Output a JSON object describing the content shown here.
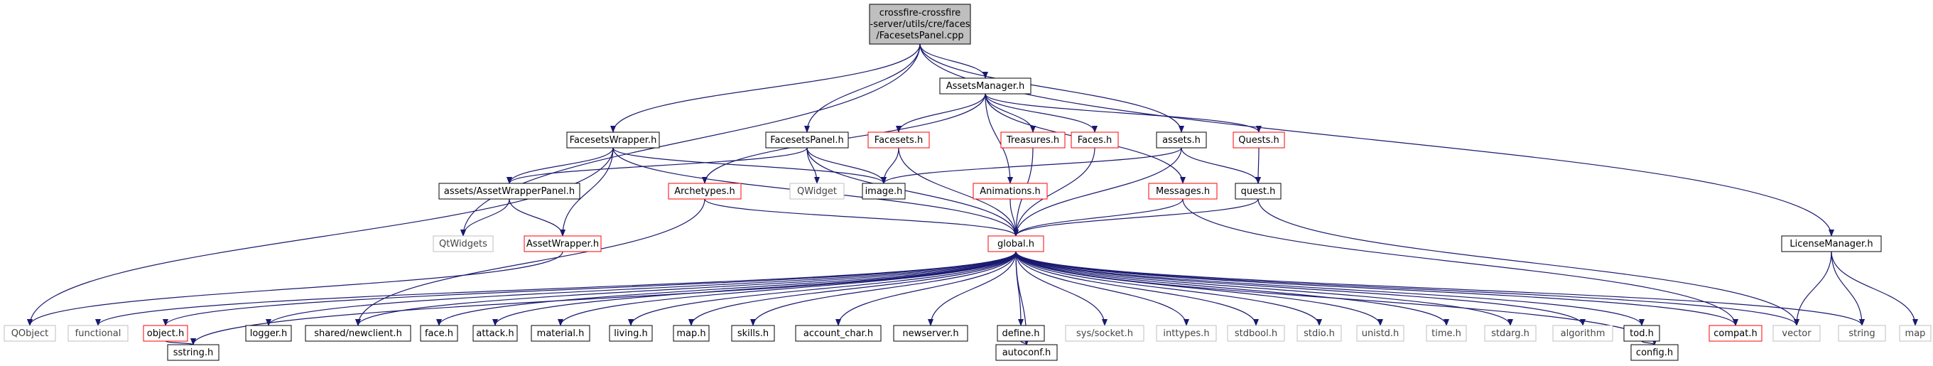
{
  "root": {
    "line1": "crossfire-crossfire",
    "line2": "-server/utils/cre/faces",
    "line3": "/FacesetsPanel.cpp"
  },
  "colors": {
    "edge": "#191970",
    "border_documented": "#000000",
    "border_truncated": "#ff0000",
    "border_external": "#bfbfbf",
    "root_fill": "#bfbfbf"
  },
  "nodes": {
    "assetsmanager": "AssetsManager.h",
    "facesetswrapper": "FacesetsWrapper.h",
    "facesetspanel": "FacesetsPanel.h",
    "facesets": "Facesets.h",
    "treasures": "Treasures.h",
    "faces": "Faces.h",
    "assets": "assets.h",
    "quests": "Quests.h",
    "assetwrapperpanel": "assets/AssetWrapperPanel.h",
    "qwidget": "QWidget",
    "image": "image.h",
    "archetypes": "Archetypes.h",
    "animations": "Animations.h",
    "messages": "Messages.h",
    "quest": "quest.h",
    "qtwidgets": "QtWidgets",
    "assetwrapper": "AssetWrapper.h",
    "global": "global.h",
    "licensemanager": "LicenseManager.h",
    "qobject": "QObject",
    "functional": "functional",
    "object": "object.h",
    "logger": "logger.h",
    "newclient": "shared/newclient.h",
    "face": "face.h",
    "attack": "attack.h",
    "material": "material.h",
    "living": "living.h",
    "map_h": "map.h",
    "skills": "skills.h",
    "account_char": "account_char.h",
    "newserver": "newserver.h",
    "define": "define.h",
    "socket": "sys/socket.h",
    "inttypes": "inttypes.h",
    "stdbool": "stdbool.h",
    "stdio": "stdio.h",
    "unistd": "unistd.h",
    "time": "time.h",
    "stdarg": "stdarg.h",
    "algorithm": "algorithm",
    "tod": "tod.h",
    "compat": "compat.h",
    "vector": "vector",
    "string": "string",
    "map": "map",
    "sstring": "sstring.h",
    "autoconf": "autoconf.h",
    "config": "config.h"
  }
}
